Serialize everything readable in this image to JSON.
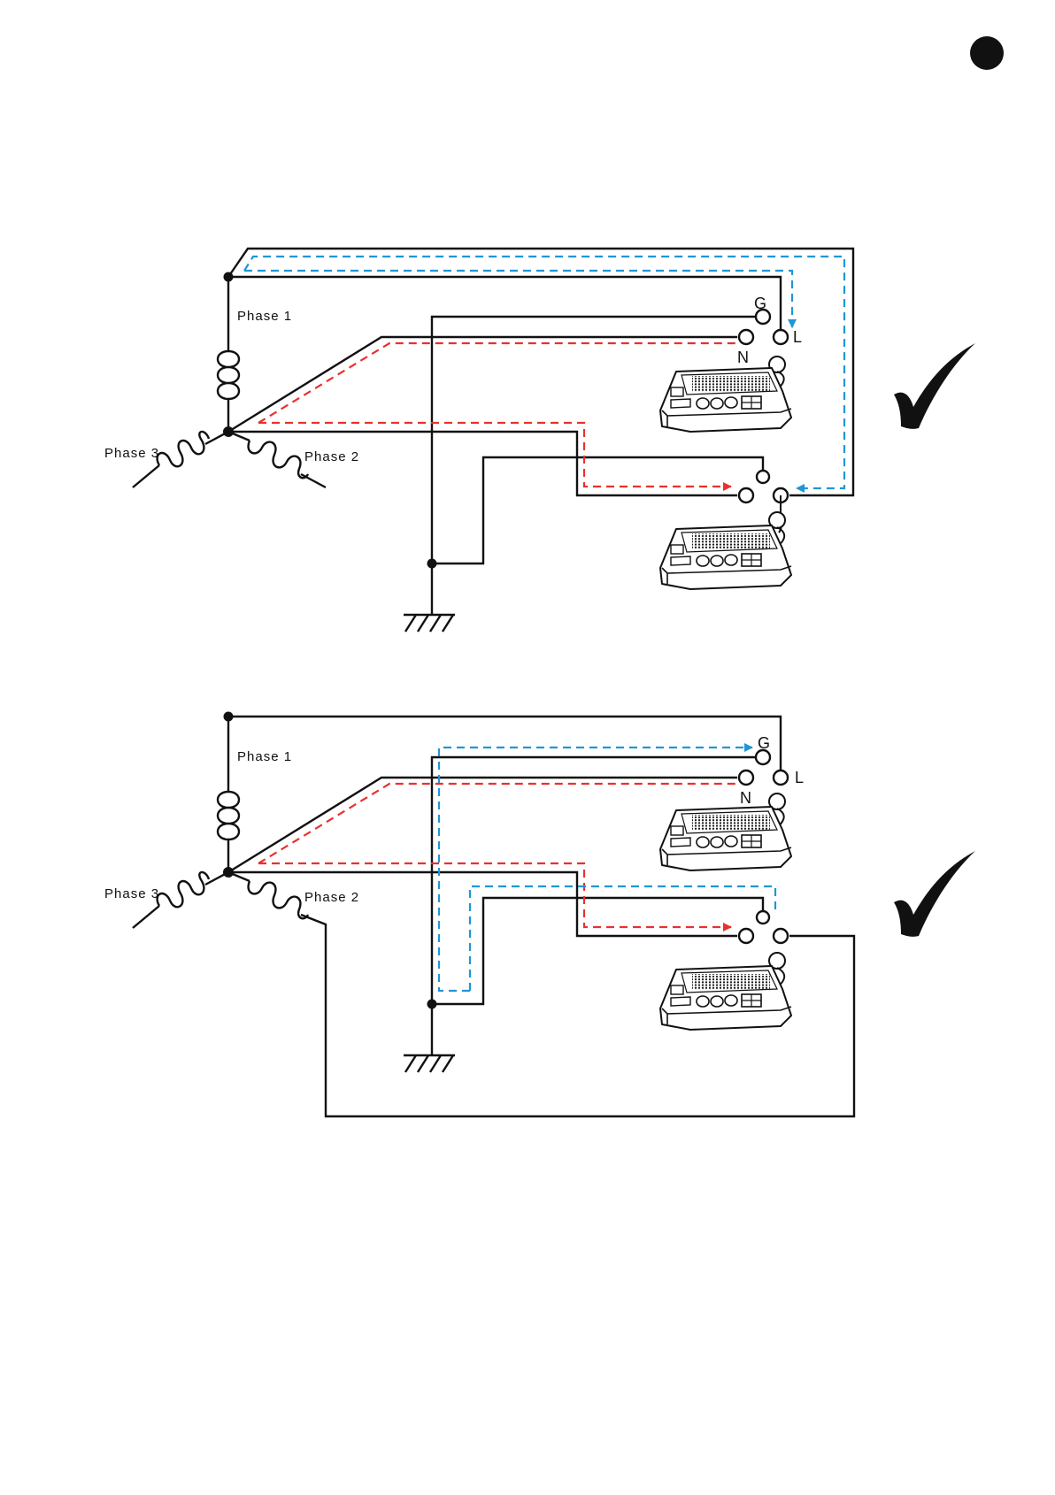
{
  "colors": {
    "wire": "#111111",
    "neutral_path": "#e8312f",
    "earth_path": "#1f96d6",
    "page": "#ffffff"
  },
  "diagrams": [
    {
      "phase_labels": [
        "Phase 1",
        "Phase 2",
        "Phase 3"
      ],
      "terminal_labels": {
        "ground": "G",
        "live": "L",
        "neutral": "N"
      },
      "status_icon": "checkmark-icon"
    },
    {
      "phase_labels": [
        "Phase 1",
        "Phase 2",
        "Phase 3"
      ],
      "terminal_labels": {
        "ground": "G",
        "live": "L",
        "neutral": "N"
      },
      "status_icon": "checkmark-icon"
    }
  ],
  "icons": {
    "page_marker": "filled-circle-icon",
    "device": "indicator-device-icon",
    "earth": "ground-symbol-icon"
  }
}
